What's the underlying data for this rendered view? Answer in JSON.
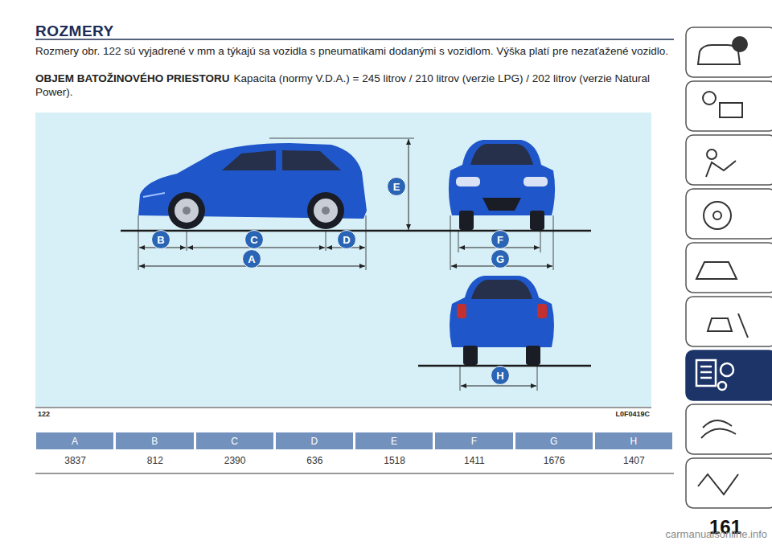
{
  "diagram": {
    "title": "ROZMERY",
    "nodes": [
      {
        "text": [
          "E"
        ]
      },
      {
        "text": [
          "B"
        ]
      },
      {
        "text": [
          "C"
        ]
      },
      {
        "text": [
          "D"
        ]
      },
      {
        "text": [
          "F"
        ]
      },
      {
        "text": [
          "A"
        ]
      },
      {
        "text": [
          "G"
        ]
      },
      {
        "text": [
          "H"
        ]
      },
      {
        "text": [
          "A"
        ]
      },
      {
        "text": [
          "B"
        ]
      },
      {
        "text": [
          "C"
        ]
      },
      {
        "text": [
          "D"
        ]
      },
      {
        "text": [
          "E"
        ]
      },
      {
        "text": [
          "F"
        ]
      },
      {
        "text": [
          "G"
        ]
      },
      {
        "text": [
          "H"
        ]
      }
    ],
    "labels": [
      "Rozmery obr. 122 sú vyjadrené v mm a týkajú sa vozidla s pneumatikami dodanými s vozidlom. Výška platí pre nezaťažené vozidlo.",
      "OBJEM BATOŽINOVÉHO PRIESTORU",
      "Kapacita (normy V.D.A.) = 245 litrov / 210 litrov (verzie LPG) / 202 litrov (verzie Natural Power).",
      "122",
      "L0F0419C",
      "3837",
      "812",
      "2390",
      "636",
      "1518",
      "1411",
      "1676",
      "1407",
      "161",
      "carmanualsonline.info"
    ]
  }
}
